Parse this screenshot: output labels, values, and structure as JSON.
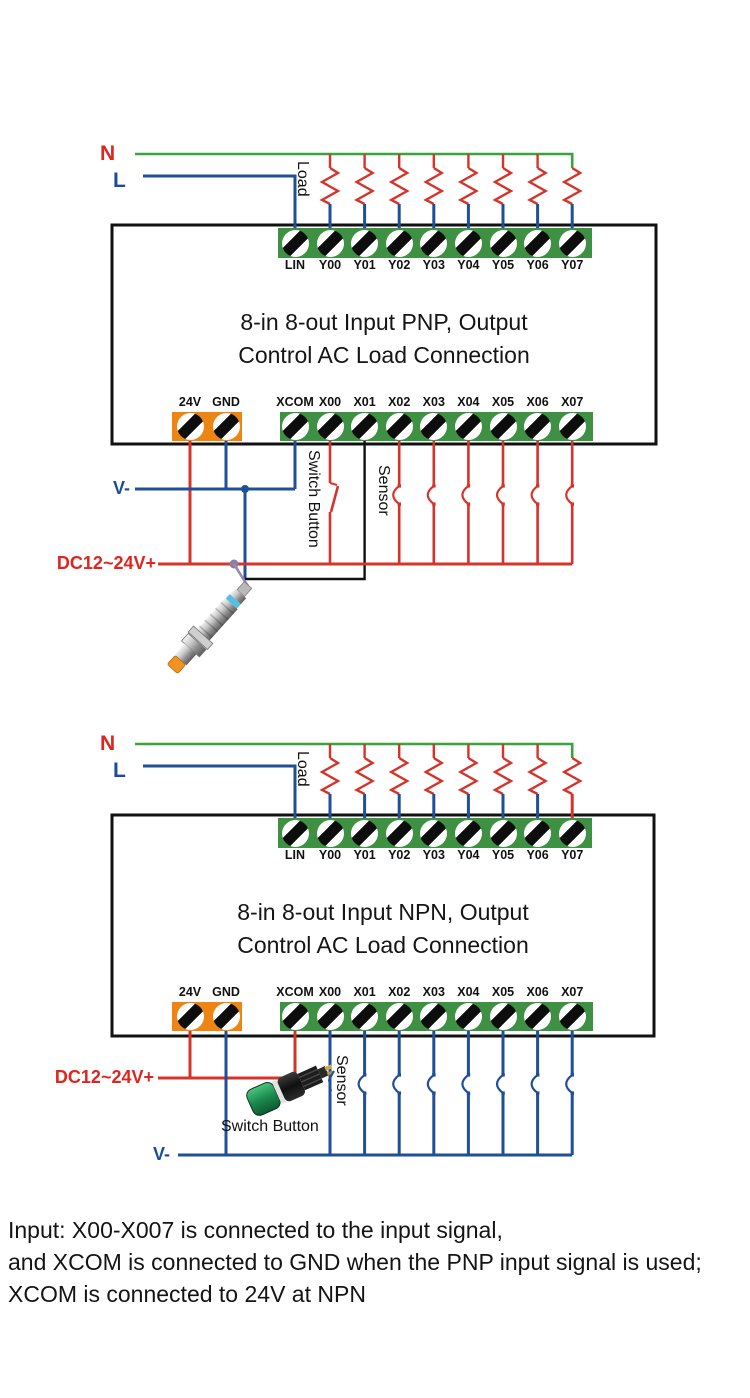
{
  "page": {
    "background": "#ffffff"
  },
  "colors": {
    "wire_green": "#3aa33c",
    "wire_red": "#d5342b",
    "wire_blue": "#1f4f97",
    "wire_black": "#111111",
    "strip_green": "#3e9142",
    "strip_orange": "#ee8512",
    "label_red": "#e0251f",
    "label_blue": "#1b4c9a",
    "sensor_cable_purple": "#9a87ae",
    "sensor_tip_orange": "#f29222",
    "button_cap_green": "#1b8a4d"
  },
  "diagrams": [
    {
      "id": "pnp",
      "title_line1": "8-in 8-out Input PNP, Output",
      "title_line2": "Control AC Load Connection",
      "output_terminals": [
        "LIN",
        "Y00",
        "Y01",
        "Y02",
        "Y03",
        "Y04",
        "Y05",
        "Y06",
        "Y07"
      ],
      "power_terminals": [
        "24V",
        "GND"
      ],
      "input_terminals": [
        "XCOM",
        "X00",
        "X01",
        "X02",
        "X03",
        "X04",
        "X05",
        "X06",
        "X07"
      ],
      "labels": {
        "neutral": "N",
        "line": "L",
        "load": "Load",
        "v_minus": "V-",
        "dc_supply": "DC12~24V+",
        "switch_button": "Switch Button",
        "sensor": "Sensor"
      }
    },
    {
      "id": "npn",
      "title_line1": "8-in 8-out Input NPN, Output",
      "title_line2": "Control AC Load Connection",
      "output_terminals": [
        "LIN",
        "Y00",
        "Y01",
        "Y02",
        "Y03",
        "Y04",
        "Y05",
        "Y06",
        "Y07"
      ],
      "power_terminals": [
        "24V",
        "GND"
      ],
      "input_terminals": [
        "XCOM",
        "X00",
        "X01",
        "X02",
        "X03",
        "X04",
        "X05",
        "X06",
        "X07"
      ],
      "labels": {
        "neutral": "N",
        "line": "L",
        "load": "Load",
        "v_minus": "V-",
        "dc_supply": "DC12~24V+",
        "switch_button": "Switch Button",
        "sensor": "Sensor"
      }
    }
  ],
  "footer": {
    "lines": [
      "Input: X00-X007 is connected to the input signal,",
      "and XCOM is connected to GND when the PNP input signal is used;",
      "XCOM is connected to 24V at NPN"
    ]
  }
}
